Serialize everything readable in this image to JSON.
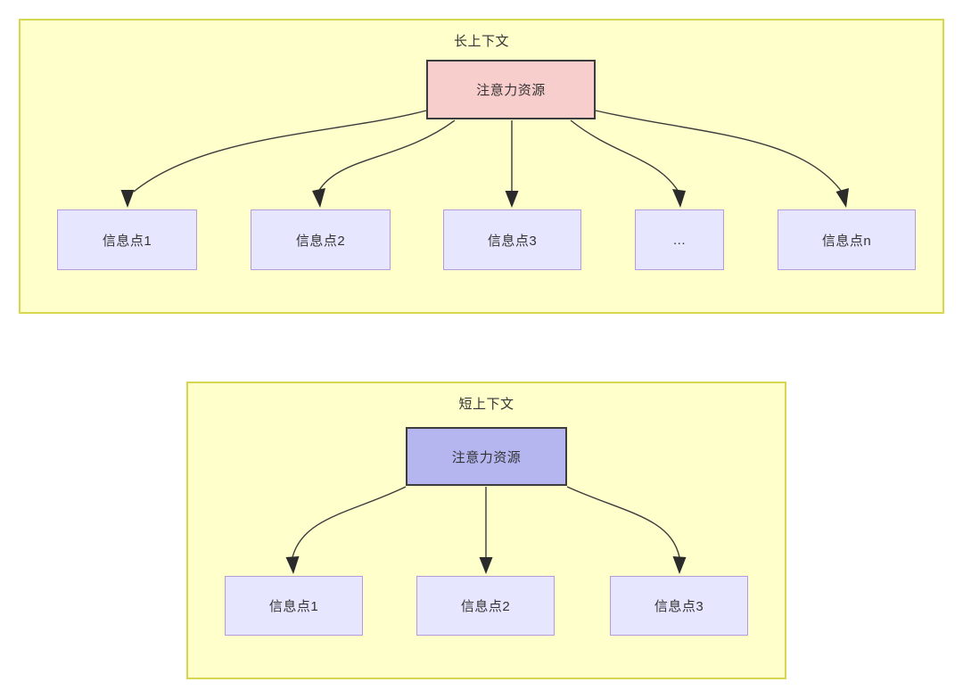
{
  "diagram": {
    "title_visible": false,
    "background": "#ffffff",
    "colors": {
      "group_fill": "#ffffcc",
      "group_border": "#d6d64f",
      "attention_long_fill": "#f8cecc",
      "attention_long_border": "#3c3c3c",
      "attention_short_fill": "#b5b5f0",
      "attention_short_border": "#3c3c3c",
      "info_fill": "#e6e6ff",
      "info_border": "#b59ae0",
      "edge_stroke": "#3c3c3c",
      "text": "#333333"
    },
    "groups": [
      {
        "id": "long-context",
        "title": "长上下文",
        "root": {
          "label": "注意力资源",
          "style": "pink"
        },
        "children": [
          {
            "label": "信息点1"
          },
          {
            "label": "信息点2"
          },
          {
            "label": "信息点3"
          },
          {
            "label": "..."
          },
          {
            "label": "信息点n"
          }
        ]
      },
      {
        "id": "short-context",
        "title": "短上下文",
        "root": {
          "label": "注意力资源",
          "style": "purple"
        },
        "children": [
          {
            "label": "信息点1"
          },
          {
            "label": "信息点2"
          },
          {
            "label": "信息点3"
          }
        ]
      }
    ]
  }
}
